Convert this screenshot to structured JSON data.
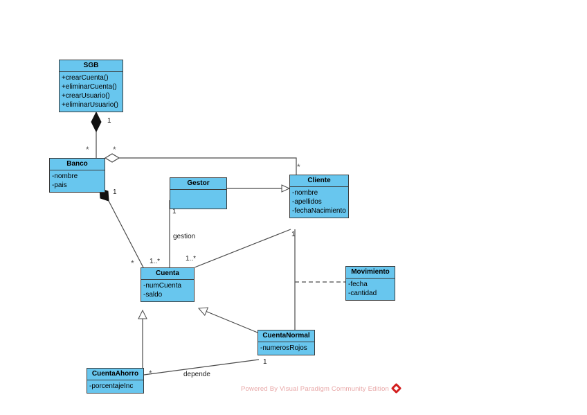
{
  "diagram": {
    "title": "UML Class Diagram",
    "background_color": "#ffffff",
    "class_fill_color": "#68c6ee",
    "class_border_color": "#3a3a3a",
    "line_color": "#4a4a4a"
  },
  "classes": [
    {
      "id": "sgb",
      "name": "SGB",
      "attributes": [],
      "operations": [
        "+crearCuenta()",
        "+eliminarCuenta()",
        "+crearUsuario()",
        "+eliminarUsuario()"
      ]
    },
    {
      "id": "banco",
      "name": "Banco",
      "attributes": [
        "-nombre",
        "-pais"
      ],
      "operations": []
    },
    {
      "id": "gestor",
      "name": "Gestor",
      "attributes": [],
      "operations": []
    },
    {
      "id": "cliente",
      "name": "Cliente",
      "attributes": [
        "-nombre",
        "-apellidos",
        "-fechaNacimiento"
      ],
      "operations": []
    },
    {
      "id": "cuenta",
      "name": "Cuenta",
      "attributes": [
        "-numCuenta",
        "-saldo"
      ],
      "operations": []
    },
    {
      "id": "movimiento",
      "name": "Movimiento",
      "attributes": [
        "-fecha",
        "-cantidad"
      ],
      "operations": []
    },
    {
      "id": "cuentanormal",
      "name": "CuentaNormal",
      "attributes": [
        "-numerosRojos"
      ],
      "operations": []
    },
    {
      "id": "cuentaahorro",
      "name": "CuentaAhorro",
      "attributes": [
        "-porcentajeInc"
      ],
      "operations": []
    }
  ],
  "edge_labels": {
    "sgb_banco_one": "1",
    "sgb_banco_star": "*",
    "banco_cliente_star_left": "*",
    "banco_cliente_star_right": "*",
    "banco_cuenta_one": "1",
    "banco_cuenta_star": "*",
    "banco_cuenta_multi": "1..*",
    "gestor_one": "1",
    "gestion_label": "gestion",
    "cliente_cuenta_multi": "1..*",
    "cliente_bottom_one": "1",
    "cuentanormal_one": "1",
    "cuentaahorro_star": "*",
    "depende_label": "depende"
  },
  "watermark": {
    "text": "Powered By  Visual Paradigm Community Edition",
    "logo_icon": "vp-diamond-icon",
    "logo_color": "#d32020"
  }
}
